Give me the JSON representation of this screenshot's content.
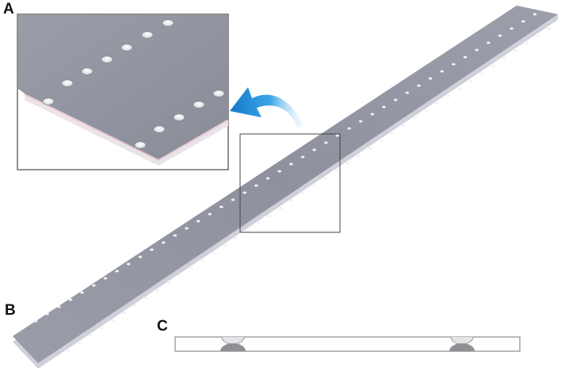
{
  "panels": {
    "a": "A",
    "b": "B",
    "c": "C"
  },
  "colors": {
    "plate_top": "#8d8f9c",
    "plate_edge": "#d8d8e2",
    "hole": "#f4f4f6",
    "arrow": "#1f8fd6",
    "frame": "#555555"
  },
  "icons": {
    "arrow": "curved-arrow-icon"
  }
}
